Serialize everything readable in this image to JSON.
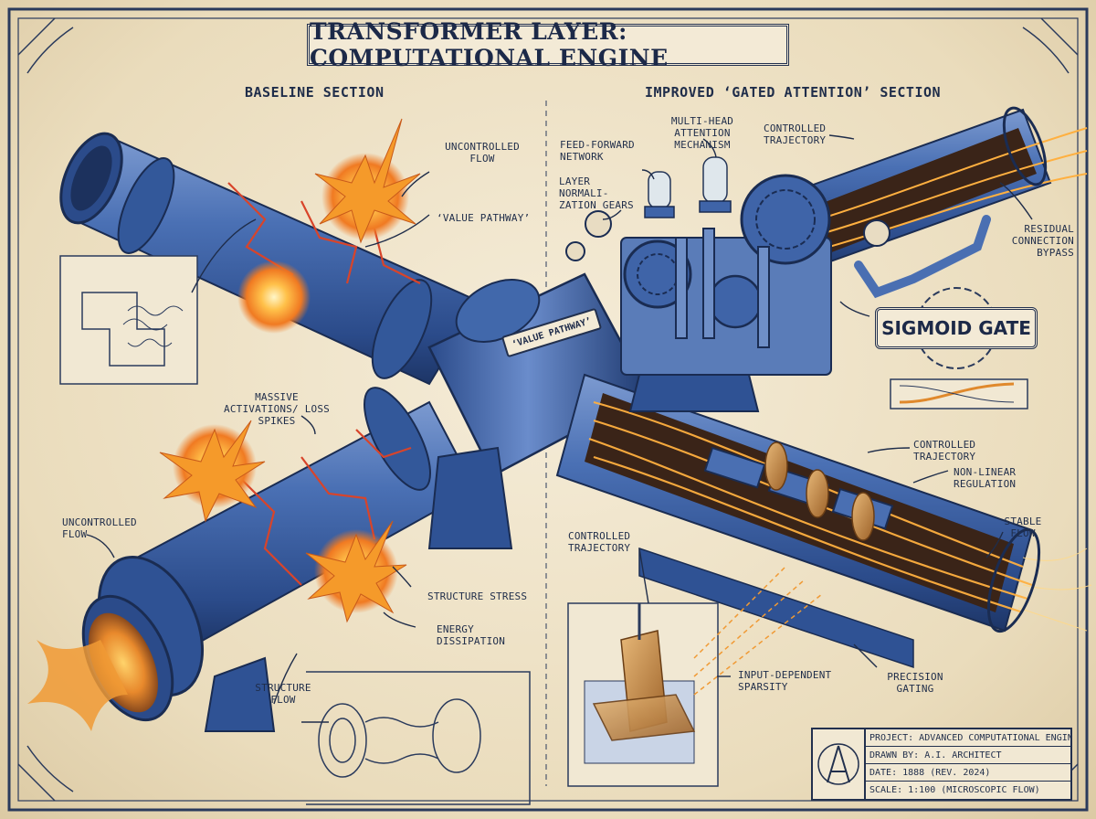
{
  "title": "TRANSFORMER LAYER: COMPUTATIONAL ENGINE",
  "sections": {
    "baseline": "BASELINE SECTION",
    "improved": "IMPROVED ‘GATED ATTENTION’ SECTION"
  },
  "plates": {
    "value_pathway": "‘VALUE PATHWAY’",
    "sigmoid_gate": "SIGMOID GATE"
  },
  "labels": {
    "uncontrolled_flow_top": "UNCONTROLLED FLOW",
    "value_pathway_callout": "‘VALUE PATHWAY’",
    "massive_activations": "MASSIVE ACTIVATIONS/ LOSS SPIKES",
    "uncontrolled_flow_left": "UNCONTROLLED FLOW",
    "structure_stress": "STRUCTURE STRESS",
    "energy_dissipation": "ENERGY DISSIPATION",
    "structure_flow": "STRUCTURE FLOW",
    "feed_forward": "FEED-FORWARD NETWORK",
    "multi_head": "MULTI-HEAD ATTENTION MECHANISM",
    "controlled_trajectory_top": "CONTROLLED TRAJECTORY",
    "layer_norm": "LAYER NORMALI- ZATION GEARS",
    "residual": "RESIDUAL CONNECTION BYPASS",
    "controlled_trajectory_right": "CONTROLLED TRAJECTORY",
    "non_linear": "NON-LINEAR REGULATION",
    "stable_flow": "STABLE FLOW",
    "controlled_trajectory_mid": "CONTROLLED TRAJECTORY",
    "input_dependent": "INPUT-DEPENDENT SPARSITY",
    "precision_gating": "PRECISION GATING"
  },
  "title_block": {
    "project": "PROJECT: ADVANCED COMPUTATIONAL ENGINE",
    "drawn_by": "DRAWN BY: A.I. ARCHITECT",
    "date": "DATE: 1888 (REV. 2024)",
    "scale": "SCALE: 1:100 (MICROSCOPIC FLOW)"
  },
  "colors": {
    "pipe_blue": "#3f64a8",
    "pipe_dark": "#23427c",
    "ink": "#1f2d4a",
    "paper": "#efe4cc",
    "glow_orange": "#f4a23a",
    "crack_red": "#d8442a",
    "brass": "#c68a45"
  }
}
